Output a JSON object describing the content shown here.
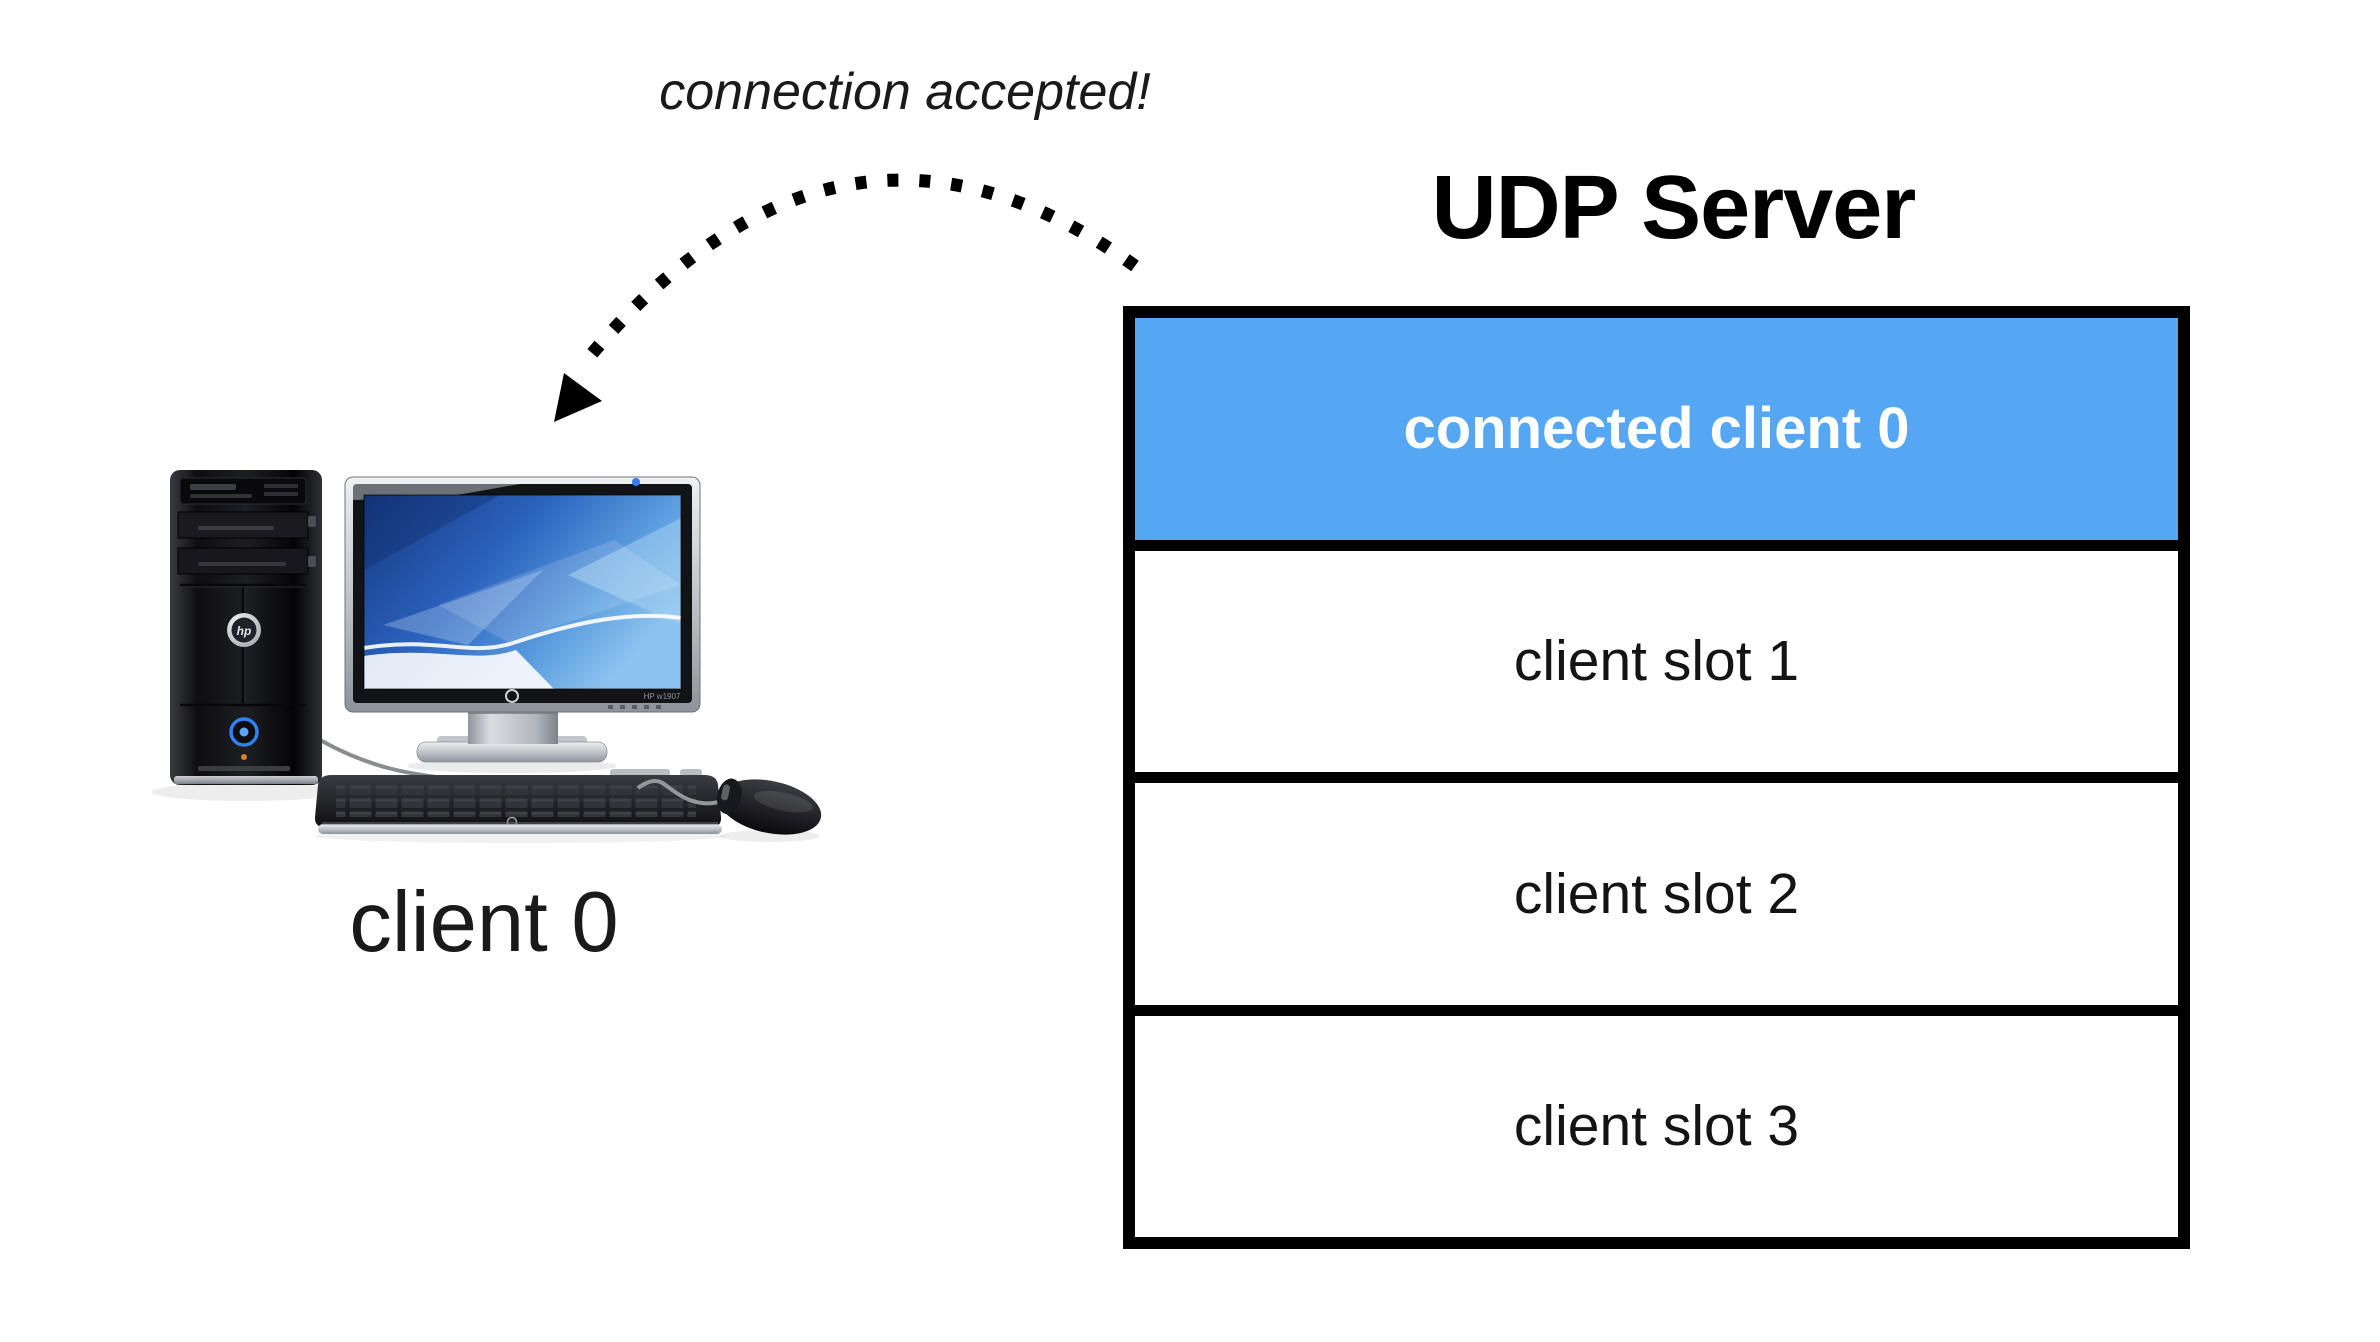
{
  "annotation": {
    "text": "connection accepted!"
  },
  "client_machine": {
    "label": "client 0",
    "monitor_badge": "HP w1907",
    "tower_logo": "hp"
  },
  "server": {
    "title": "UDP Server",
    "slots": [
      {
        "label": "connected client 0",
        "connected": true
      },
      {
        "label": "client slot 1",
        "connected": false
      },
      {
        "label": "client slot 2",
        "connected": false
      },
      {
        "label": "client slot 3",
        "connected": false
      }
    ]
  },
  "colors": {
    "connected_slot_bg": "#55A6F3",
    "connected_slot_text": "#FFFFFF",
    "empty_slot_bg": "#FFFFFF",
    "slot_text": "#141414",
    "table_border": "#000000",
    "arrow": "#000000",
    "background": "#FFFFFF"
  },
  "icons": {
    "arrow": "dotted-curved-arrow-icon",
    "computer": "desktop-computer-icon"
  }
}
